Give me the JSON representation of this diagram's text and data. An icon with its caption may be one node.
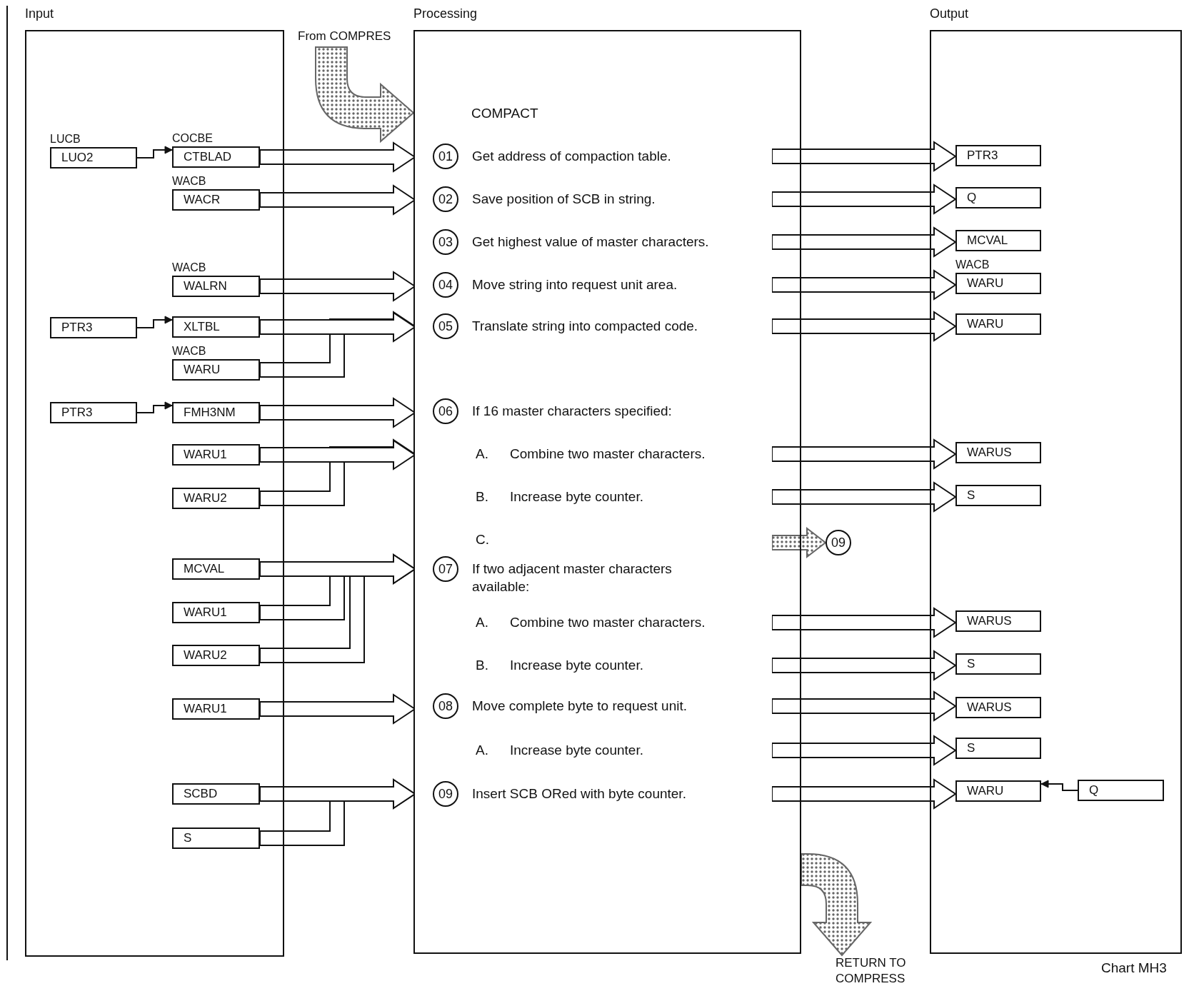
{
  "diagram": {
    "nodes": [
      {
        "text": [
          "Input"
        ]
      },
      {
        "text": [
          "LUCB",
          "LUO2"
        ],
        "in": 0
      },
      {
        "text": [
          "COCBE",
          "CTBLAD"
        ],
        "in": 0
      },
      {
        "text": [
          "WACB",
          "WACR"
        ],
        "in": 0
      },
      {
        "text": [
          "WACB",
          "WALRN"
        ],
        "in": 0
      },
      {
        "text": [
          "PTR3"
        ],
        "in": 0
      },
      {
        "text": [
          "XLTBL"
        ],
        "in": 0
      },
      {
        "text": [
          "WACB",
          "WARU"
        ],
        "in": 0
      },
      {
        "text": [
          "PTR3"
        ],
        "in": 0
      },
      {
        "text": [
          "FMH3NM"
        ],
        "in": 0
      },
      {
        "text": [
          "WARU1"
        ],
        "in": 0
      },
      {
        "text": [
          "WARU2"
        ],
        "in": 0
      },
      {
        "text": [
          "MCVAL"
        ],
        "in": 0
      },
      {
        "text": [
          "WARU1"
        ],
        "in": 0
      },
      {
        "text": [
          "WARU2"
        ],
        "in": 0
      },
      {
        "text": [
          "WARU1"
        ],
        "in": 0
      },
      {
        "text": [
          "SCBD"
        ],
        "in": 0
      },
      {
        "text": [
          "S"
        ],
        "in": 0
      },
      {
        "text": [
          "From COMPRES"
        ]
      },
      {
        "text": [
          "Processing",
          "COMPACT"
        ]
      },
      {
        "text": [
          "01",
          "Get address of compaction table."
        ],
        "in": 19
      },
      {
        "text": [
          "02",
          "Save position of SCB in string."
        ],
        "in": 19
      },
      {
        "text": [
          "03",
          "Get highest value of master characters."
        ],
        "in": 19
      },
      {
        "text": [
          "04",
          "Move string into request unit area."
        ],
        "in": 19
      },
      {
        "text": [
          "05",
          "Translate string into compacted code."
        ],
        "in": 19
      },
      {
        "text": [
          "06",
          "If 16 master characters specified:"
        ],
        "in": 19
      },
      {
        "text": [
          "A.",
          "Combine two master characters."
        ],
        "in": 19
      },
      {
        "text": [
          "B.",
          "Increase byte counter."
        ],
        "in": 19
      },
      {
        "text": [
          "C."
        ],
        "in": 19
      },
      {
        "text": [
          "07",
          "If two adjacent master characters available:"
        ],
        "in": 19
      },
      {
        "text": [
          "A.",
          "Combine two master characters."
        ],
        "in": 19
      },
      {
        "text": [
          "B.",
          "Increase byte counter."
        ],
        "in": 19
      },
      {
        "text": [
          "08",
          "Move complete byte to request unit."
        ],
        "in": 19
      },
      {
        "text": [
          "A.",
          "Increase byte counter."
        ],
        "in": 19
      },
      {
        "text": [
          "09",
          "Insert SCB ORed with byte counter."
        ],
        "in": 19
      },
      {
        "text": [
          "09"
        ]
      },
      {
        "text": [
          "RETURN TO COMPRESS"
        ]
      },
      {
        "text": [
          "Output"
        ]
      },
      {
        "text": [
          "PTR3"
        ],
        "in": 37
      },
      {
        "text": [
          "Q"
        ],
        "in": 37
      },
      {
        "text": [
          "MCVAL"
        ],
        "in": 37
      },
      {
        "text": [
          "WACB",
          "WARU"
        ],
        "in": 37
      },
      {
        "text": [
          "WARU"
        ],
        "in": 37
      },
      {
        "text": [
          "WARUS"
        ],
        "in": 37
      },
      {
        "text": [
          "S"
        ],
        "in": 37
      },
      {
        "text": [
          "WARUS"
        ],
        "in": 37
      },
      {
        "text": [
          "S"
        ],
        "in": 37
      },
      {
        "text": [
          "WARUS"
        ],
        "in": 37
      },
      {
        "text": [
          "S"
        ],
        "in": 37
      },
      {
        "text": [
          "WARU"
        ],
        "in": 37
      },
      {
        "text": [
          "Q"
        ],
        "in": 37
      }
    ],
    "edges": [
      {
        "from": 1,
        "to": 2,
        "arrow": "to"
      },
      {
        "from": 5,
        "to": 6,
        "arrow": "to"
      },
      {
        "from": 8,
        "to": 9,
        "arrow": "to"
      },
      {
        "from": 18,
        "to": 19,
        "arrow": "to",
        "style": "thick",
        "color": "#666666"
      },
      {
        "from": 2,
        "to": 20,
        "arrow": "to"
      },
      {
        "from": 3,
        "to": 21,
        "arrow": "to"
      },
      {
        "from": 4,
        "to": 23,
        "arrow": "to"
      },
      {
        "from": 6,
        "to": 24,
        "arrow": "to"
      },
      {
        "from": 7,
        "to": 24,
        "arrow": "to"
      },
      {
        "from": 9,
        "to": 25,
        "arrow": "to"
      },
      {
        "from": 10,
        "to": 26,
        "arrow": "to"
      },
      {
        "from": 11,
        "to": 26,
        "arrow": "to"
      },
      {
        "from": 12,
        "to": 29,
        "arrow": "to"
      },
      {
        "from": 13,
        "to": 29,
        "arrow": "to"
      },
      {
        "from": 14,
        "to": 29,
        "arrow": "to"
      },
      {
        "from": 15,
        "to": 32,
        "arrow": "to"
      },
      {
        "from": 16,
        "to": 34,
        "arrow": "to"
      },
      {
        "from": 17,
        "to": 34,
        "arrow": "to"
      },
      {
        "from": 20,
        "to": 38,
        "arrow": "to"
      },
      {
        "from": 21,
        "to": 39,
        "arrow": "to"
      },
      {
        "from": 22,
        "to": 40,
        "arrow": "to"
      },
      {
        "from": 23,
        "to": 41,
        "arrow": "to"
      },
      {
        "from": 24,
        "to": 42,
        "arrow": "to"
      },
      {
        "from": 26,
        "to": 43,
        "arrow": "to"
      },
      {
        "from": 27,
        "to": 44,
        "arrow": "to"
      },
      {
        "from": 28,
        "to": 35,
        "arrow": "to",
        "color": "#666666"
      },
      {
        "from": 30,
        "to": 45,
        "arrow": "to"
      },
      {
        "from": 31,
        "to": 46,
        "arrow": "to"
      },
      {
        "from": 32,
        "to": 47,
        "arrow": "to"
      },
      {
        "from": 33,
        "to": 48,
        "arrow": "to"
      },
      {
        "from": 34,
        "to": 49,
        "arrow": "to"
      },
      {
        "from": 50,
        "to": 49,
        "arrow": "to"
      },
      {
        "from": 19,
        "to": 36,
        "arrow": "to",
        "style": "thick",
        "color": "#666666"
      }
    ],
    "labels": [
      "Chart MH3"
    ]
  }
}
